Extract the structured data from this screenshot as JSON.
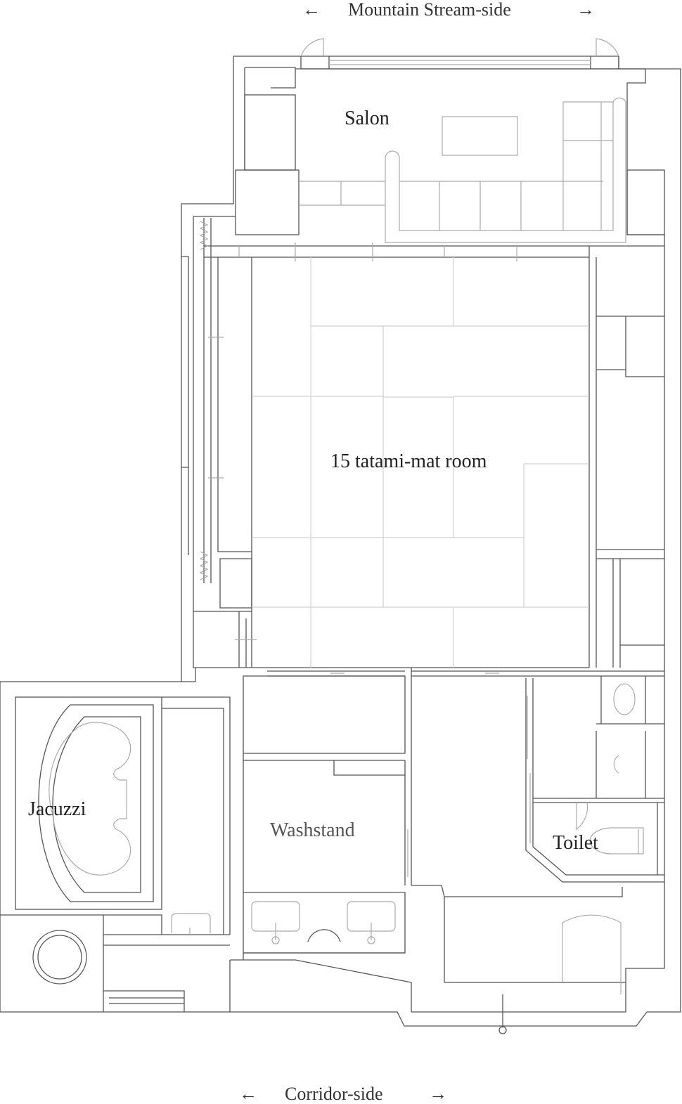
{
  "orientation": {
    "top": "Mountain Stream-side",
    "bottom": "Corridor-side",
    "arrow_left": "←",
    "arrow_right": "→"
  },
  "rooms": {
    "salon": "Salon",
    "tatami": "15 tatami-mat room",
    "jacuzzi": "Jacuzzi",
    "washstand": "Washstand",
    "toilet": "Toilet"
  },
  "colors": {
    "wall": "#555555",
    "tatami_line": "#d0d0d0",
    "fixture": "#aaaaaa"
  }
}
